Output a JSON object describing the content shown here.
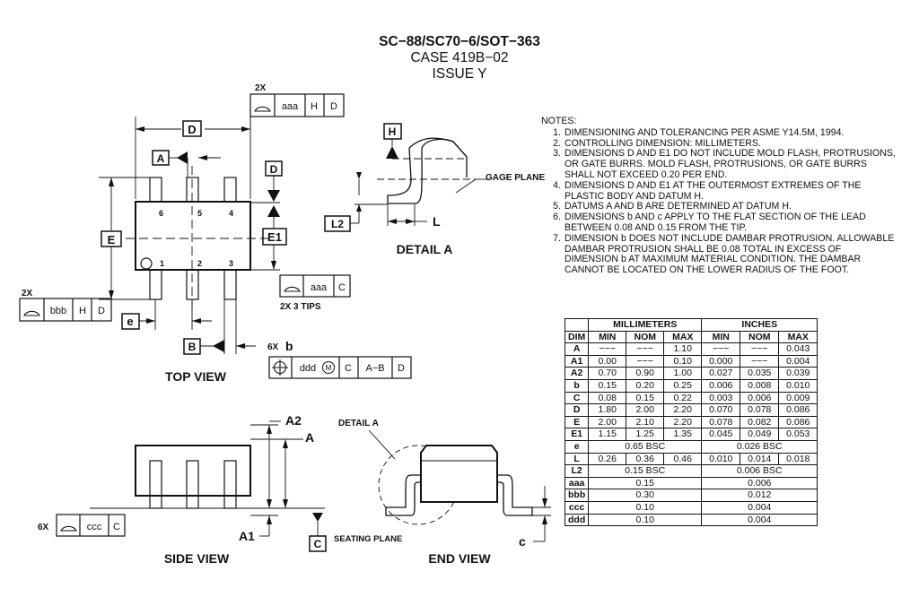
{
  "header": {
    "title": "SC−88/SC70−6/SOT−363",
    "case": "CASE 419B−02",
    "issue": "ISSUE Y"
  },
  "views": {
    "top": "TOP VIEW",
    "side": "SIDE VIEW",
    "end": "END VIEW",
    "detail": "DETAIL A",
    "detail_ref": "DETAIL A",
    "gage_plane": "GAGE PLANE",
    "seating_plane": "SEATING PLANE",
    "tips": "2X 3 TIPS"
  },
  "labels": {
    "D": "D",
    "E": "E",
    "E1": "E1",
    "A": "A",
    "B": "B",
    "H": "H",
    "e": "e",
    "L": "L",
    "L2": "L2",
    "A1": "A1",
    "A2": "A2",
    "C": "C",
    "c": "c",
    "b": "b",
    "x2": "2X",
    "x6": "6X",
    "pins": [
      "6",
      "5",
      "4",
      "1",
      "2",
      "3"
    ]
  },
  "fcf": {
    "top": [
      "aaa",
      "H",
      "D"
    ],
    "right": [
      "aaa",
      "C"
    ],
    "left": [
      "bbb",
      "H",
      "D"
    ],
    "b": [
      "ddd",
      "M",
      "C",
      "A−B",
      "D"
    ],
    "side": [
      "ccc",
      "C"
    ]
  },
  "notes": {
    "heading": "NOTES:",
    "items": [
      "DIMENSIONING AND TOLERANCING PER ASME Y14.5M, 1994.",
      "CONTROLLING DIMENSION: MILLIMETERS.",
      "DIMENSIONS D AND E1 DO NOT INCLUDE MOLD FLASH, PROTRUSIONS, OR GATE BURRS. MOLD FLASH, PROTRUSIONS, OR GATE BURRS SHALL NOT EXCEED 0.20 PER END.",
      "DIMENSIONS D AND E1 AT THE OUTERMOST EXTREMES OF THE PLASTIC BODY AND DATUM H.",
      "DATUMS A AND B ARE DETERMINED AT DATUM H.",
      "DIMENSIONS b AND c APPLY TO THE FLAT SECTION OF THE LEAD BETWEEN 0.08 AND 0.15 FROM THE TIP.",
      "DIMENSION b DOES NOT INCLUDE DAMBAR PROTRUSION. ALLOWABLE DAMBAR PROTRUSION SHALL BE 0.08 TOTAL IN EXCESS OF DIMENSION b AT MAXIMUM MATERIAL CONDITION. THE DAMBAR CANNOT BE LOCATED ON THE LOWER RADIUS OF THE FOOT."
    ]
  },
  "table": {
    "group_mm": "MILLIMETERS",
    "group_in": "INCHES",
    "headers": [
      "DIM",
      "MIN",
      "NOM",
      "MAX",
      "MIN",
      "NOM",
      "MAX"
    ],
    "rows": [
      [
        "A",
        "−−−",
        "−−−",
        "1.10",
        "−−−",
        "−−−",
        "0.043"
      ],
      [
        "A1",
        "0.00",
        "−−−",
        "0.10",
        "0.000",
        "−−−",
        "0.004"
      ],
      [
        "A2",
        "0.70",
        "0.90",
        "1.00",
        "0.027",
        "0.035",
        "0.039"
      ],
      [
        "b",
        "0.15",
        "0.20",
        "0.25",
        "0.006",
        "0.008",
        "0.010"
      ],
      [
        "C",
        "0.08",
        "0.15",
        "0.22",
        "0.003",
        "0.006",
        "0.009"
      ],
      [
        "D",
        "1.80",
        "2.00",
        "2.20",
        "0.070",
        "0.078",
        "0.086"
      ],
      [
        "E",
        "2.00",
        "2.10",
        "2.20",
        "0.078",
        "0.082",
        "0.086"
      ],
      [
        "E1",
        "1.15",
        "1.25",
        "1.35",
        "0.045",
        "0.049",
        "0.053"
      ]
    ],
    "span_rows": [
      [
        "e",
        "0.65 BSC",
        "0.026 BSC"
      ]
    ],
    "l_row": [
      "L",
      "0.26",
      "0.36",
      "0.46",
      "0.010",
      "0.014",
      "0.018"
    ],
    "tail_rows": [
      [
        "L2",
        "0.15 BSC",
        "0.006 BSC"
      ],
      [
        "aaa",
        "0.15",
        "0.006"
      ],
      [
        "bbb",
        "0.30",
        "0.012"
      ],
      [
        "ccc",
        "0.10",
        "0.004"
      ],
      [
        "ddd",
        "0.10",
        "0.004"
      ]
    ]
  }
}
